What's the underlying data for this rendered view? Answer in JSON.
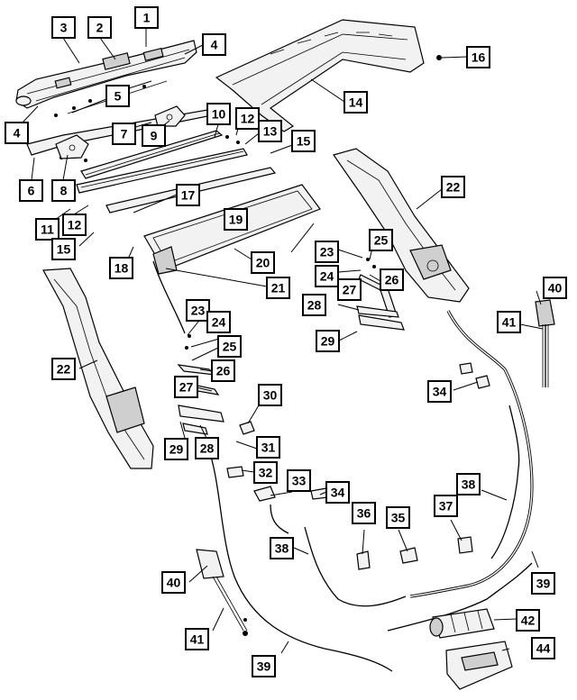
{
  "callouts": [
    {
      "id": "c1",
      "label": "1"
    },
    {
      "id": "c2",
      "label": "2"
    },
    {
      "id": "c3",
      "label": "3"
    },
    {
      "id": "c4a",
      "label": "4"
    },
    {
      "id": "c4b",
      "label": "4"
    },
    {
      "id": "c5",
      "label": "5"
    },
    {
      "id": "c6",
      "label": "6"
    },
    {
      "id": "c7",
      "label": "7"
    },
    {
      "id": "c8",
      "label": "8"
    },
    {
      "id": "c9",
      "label": "9"
    },
    {
      "id": "c10",
      "label": "10"
    },
    {
      "id": "c11",
      "label": "11"
    },
    {
      "id": "c12a",
      "label": "12"
    },
    {
      "id": "c12b",
      "label": "12"
    },
    {
      "id": "c13",
      "label": "13"
    },
    {
      "id": "c14",
      "label": "14"
    },
    {
      "id": "c15a",
      "label": "15"
    },
    {
      "id": "c15b",
      "label": "15"
    },
    {
      "id": "c16",
      "label": "16"
    },
    {
      "id": "c17",
      "label": "17"
    },
    {
      "id": "c18",
      "label": "18"
    },
    {
      "id": "c19",
      "label": "19"
    },
    {
      "id": "c20",
      "label": "20"
    },
    {
      "id": "c21",
      "label": "21"
    },
    {
      "id": "c22a",
      "label": "22"
    },
    {
      "id": "c22b",
      "label": "22"
    },
    {
      "id": "c23a",
      "label": "23"
    },
    {
      "id": "c23b",
      "label": "23"
    },
    {
      "id": "c24a",
      "label": "24"
    },
    {
      "id": "c24b",
      "label": "24"
    },
    {
      "id": "c25a",
      "label": "25"
    },
    {
      "id": "c25b",
      "label": "25"
    },
    {
      "id": "c26a",
      "label": "26"
    },
    {
      "id": "c26b",
      "label": "26"
    },
    {
      "id": "c27a",
      "label": "27"
    },
    {
      "id": "c27b",
      "label": "27"
    },
    {
      "id": "c28a",
      "label": "28"
    },
    {
      "id": "c28b",
      "label": "28"
    },
    {
      "id": "c29a",
      "label": "29"
    },
    {
      "id": "c29b",
      "label": "29"
    },
    {
      "id": "c30",
      "label": "30"
    },
    {
      "id": "c31",
      "label": "31"
    },
    {
      "id": "c32",
      "label": "32"
    },
    {
      "id": "c33",
      "label": "33"
    },
    {
      "id": "c34a",
      "label": "34"
    },
    {
      "id": "c34b",
      "label": "34"
    },
    {
      "id": "c35",
      "label": "35"
    },
    {
      "id": "c36",
      "label": "36"
    },
    {
      "id": "c37",
      "label": "37"
    },
    {
      "id": "c38a",
      "label": "38"
    },
    {
      "id": "c38b",
      "label": "38"
    },
    {
      "id": "c39a",
      "label": "39"
    },
    {
      "id": "c39b",
      "label": "39"
    },
    {
      "id": "c40a",
      "label": "40"
    },
    {
      "id": "c40b",
      "label": "40"
    },
    {
      "id": "c41a",
      "label": "41"
    },
    {
      "id": "c41b",
      "label": "41"
    },
    {
      "id": "c42",
      "label": "42"
    },
    {
      "id": "c44",
      "label": "44"
    }
  ]
}
